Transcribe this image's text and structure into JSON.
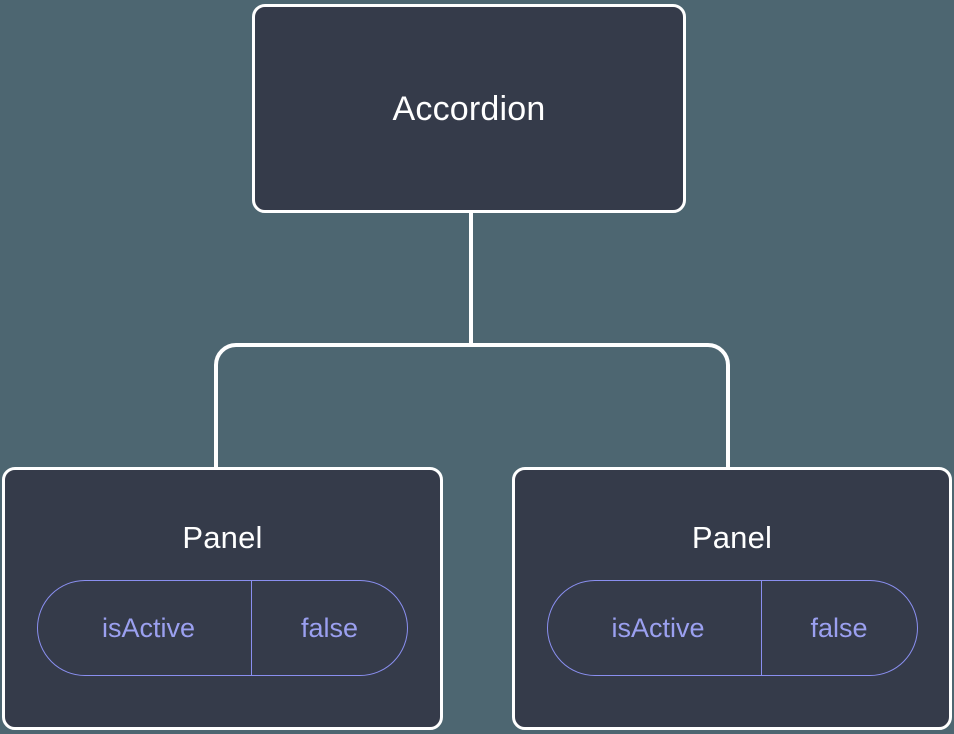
{
  "diagram": {
    "type": "component-tree",
    "background_color": "#4d6671",
    "node_fill_color": "#353b4a",
    "node_border_color": "#ffffff",
    "connector_color": "#ffffff",
    "pill_border_color": "#8a8ff0",
    "pill_text_color": "#9ba0f0",
    "title_text_color": "#ffffff"
  },
  "root": {
    "label": "Accordion"
  },
  "children": [
    {
      "label": "Panel",
      "state": {
        "key": "isActive",
        "value": "false"
      }
    },
    {
      "label": "Panel",
      "state": {
        "key": "isActive",
        "value": "false"
      }
    }
  ]
}
